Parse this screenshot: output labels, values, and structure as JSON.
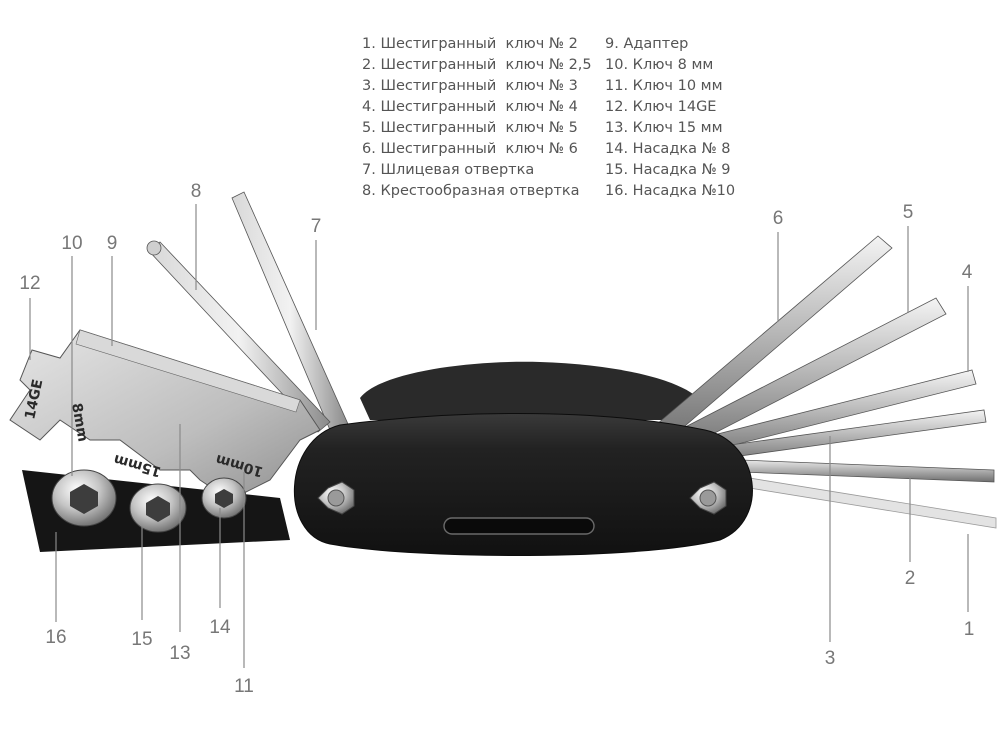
{
  "legend": {
    "left": [
      "1. Шестигранный  ключ № 2",
      "2. Шестигранный  ключ № 2,5",
      "3. Шестигранный  ключ № 3",
      "4. Шестигранный  ключ № 4",
      "5. Шестигранный  ключ № 5",
      "6. Шестигранный  ключ № 6",
      "7. Шлицевая отвертка",
      "8. Крестообразная отвертка"
    ],
    "right": [
      "9. Адаптер",
      "10. Ключ 8 мм",
      "11. Ключ 10 мм",
      "12. Ключ 14GE",
      "13. Ключ 15 мм",
      "14. Насадка № 8",
      "15. Насадка № 9",
      "16. Насадка №10"
    ]
  },
  "callouts": {
    "n1": "1",
    "n2": "2",
    "n3": "3",
    "n4": "4",
    "n5": "5",
    "n6": "6",
    "n7": "7",
    "n8": "8",
    "n9": "9",
    "n10": "10",
    "n11": "11",
    "n12": "12",
    "n13": "13",
    "n14": "14",
    "n15": "15",
    "n16": "16"
  },
  "engravings": {
    "wrench_14ge": "14GE",
    "wrench_8mm": "8mm",
    "wrench_15mm": "15mm",
    "wrench_10mm": "10mm"
  },
  "colors": {
    "handle": "#1f1f1f",
    "steel": "#c9c9c9",
    "leader": "#8a8a8a",
    "text": "#555555"
  }
}
